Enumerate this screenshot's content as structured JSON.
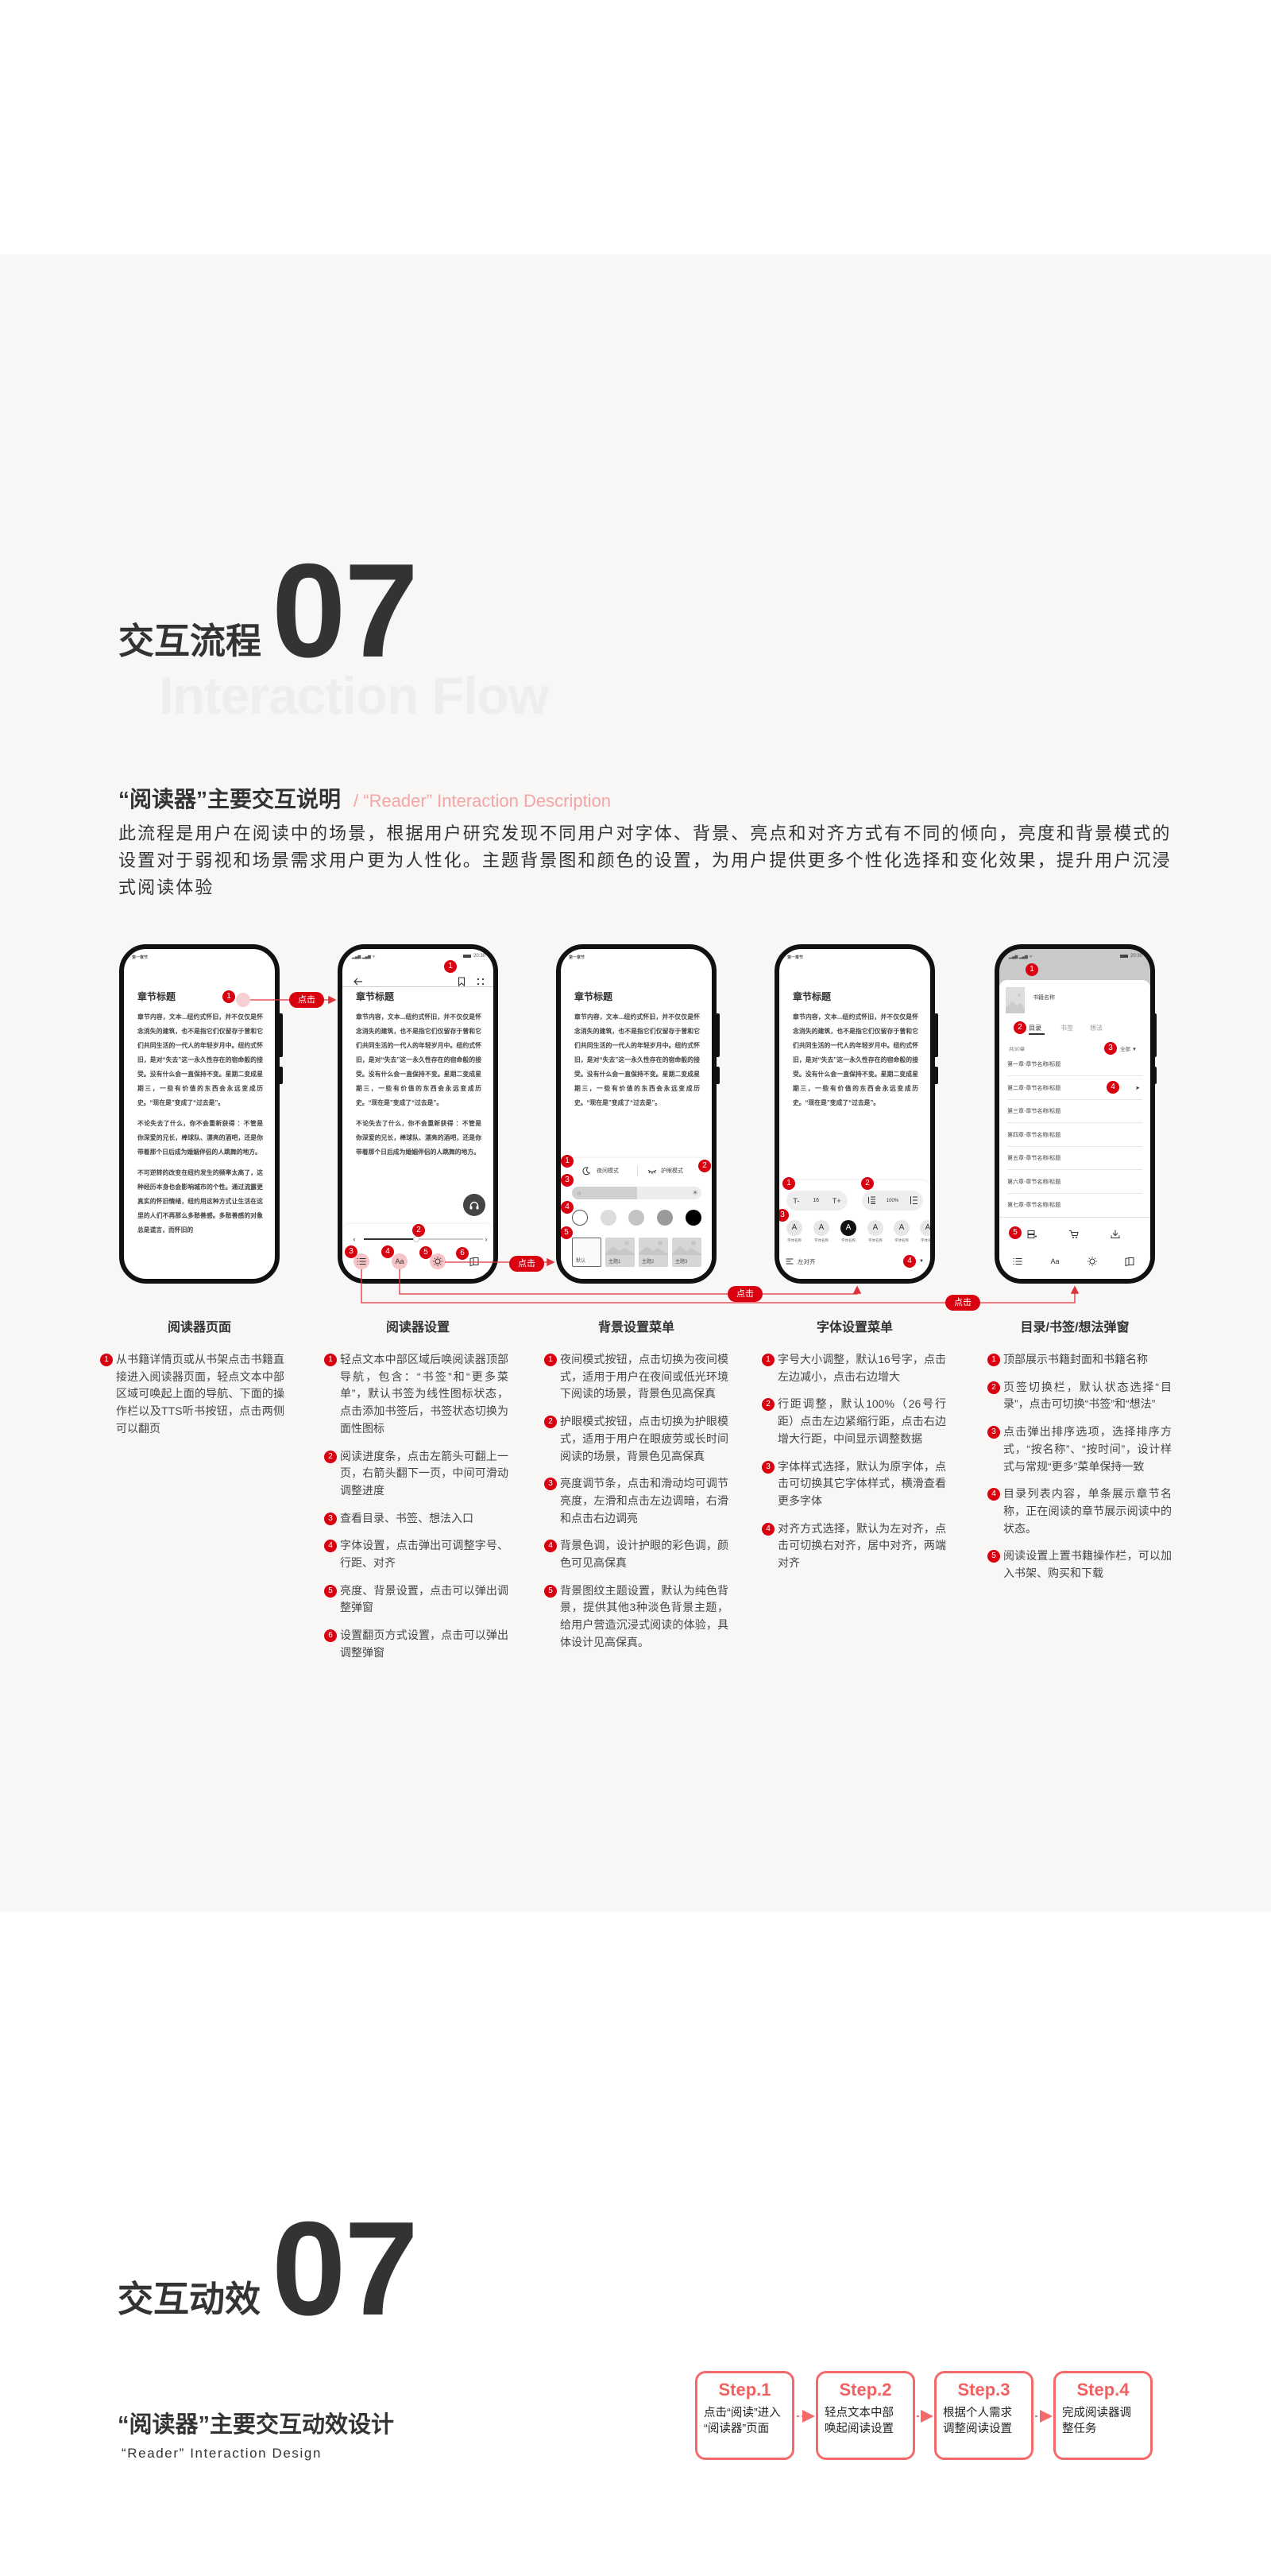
{
  "section1": {
    "title_cn": "交互流程",
    "number": "07",
    "title_en": "Interaction Flow"
  },
  "intro": {
    "heading": "“阅读器”主要交互说明",
    "subheading": "/ “Reader” Interaction Description",
    "paragraph": "此流程是用户在阅读中的场景，根据用户研究发现不同用户对字体、背景、亮点和对齐方式有不同的倾向，亮度和背景模式的设置对于弱视和场景需求用户更为人性化。主题背景图和颜色的设置，为用户提供更多个性化选择和变化效果，提升用户沉浸式阅读体验"
  },
  "badge_numbers": [
    "1",
    "2",
    "3",
    "4",
    "5",
    "6"
  ],
  "tap_label": "点击",
  "reader": {
    "status_chapter": "第一章节",
    "time": "20:30",
    "chapter_title": "章节标题",
    "paragraphs": [
      "章节内容，文本...纽约式怀旧，并不仅仅是怀念消失的建筑，也不是指它们仅留存于曾和它们共同生活的一代人的年轻岁月中。纽约式怀旧，是对“失去”这一永久性存在的宿命般的接受。没有什么会一直保持不变。星期二变成星期三，一些有价值的东西会永远变成历史。“现在是”变成了“过去是”。",
      "不论失去了什么，你不会重新获得 ：不管是你深爱的兄长，棒球队、漂亮的酒吧，还是你带着那个日后成为婚姻伴侣的人跳舞的地方。",
      "不可逆转的改变在纽约发生的频率太高了，这种经历本身也会影响城市的个性。通过流露更真实的怀旧情绪，纽约用这种方式让生活在这里的人们不再那么多愁善感。多愁善感的对象总是谎言，而怀旧的"
    ],
    "progress": 0.44
  },
  "bg_menu": {
    "night": "夜间模式",
    "eye": "护眼模式",
    "brightness": 0.5,
    "colors": [
      "#ffffff",
      "#dcdcdc",
      "#c4c4c4",
      "#9a9a9a",
      "#000000"
    ],
    "themes": [
      "默认",
      "主题1",
      "主题2",
      "主题3"
    ]
  },
  "font_menu": {
    "minus": "T-",
    "size": "16",
    "plus": "T+",
    "spacing": "100%",
    "font_names": [
      "字体名称",
      "字体名称",
      "字体名称",
      "字体名称",
      "字体名称",
      "字体名称"
    ],
    "font_glyph": "A",
    "align": "左对齐"
  },
  "toc": {
    "book_name": "书籍名称",
    "tabs": [
      "目录",
      "书签",
      "想法"
    ],
    "count": "共30章",
    "sort": "全部",
    "chapters": [
      "第一章-章节名称/标题",
      "第二章-章节名称/标题",
      "第三章-章节名称/标题",
      "第四章-章节名称/标题",
      "第五章-章节名称/标题",
      "第六章-章节名称/标题",
      "第七章-章节名称/标题"
    ],
    "aa": "Aa"
  },
  "columns": [
    {
      "title": "阅读器页面",
      "items": [
        "从书籍详情页或从书架点击书籍直接进入阅读器页面，轻点文本中部区域可唤起上面的导航、下面的操作栏以及TTS听书按钮，点击两侧可以翻页"
      ]
    },
    {
      "title": "阅读器设置",
      "items": [
        "轻点文本中部区域后唤阅读器顶部导航，包含：“书签”和“更多菜单”，默认书签为线性图标状态，点击添加书签后，书签状态切换为面性图标",
        "阅读进度条，点击左箭头可翻上一页，右箭头翻下一页，中间可滑动调整进度",
        "查看目录、书签、想法入口",
        "字体设置，点击弹出可调整字号、行距、对齐",
        "亮度、背景设置，点击可以弹出调整弹窗",
        "设置翻页方式设置，点击可以弹出调整弹窗"
      ]
    },
    {
      "title": "背景设置菜单",
      "items": [
        "夜间模式按钮，点击切换为夜间模式，适用于用户在夜间或低光环境下阅读的场景，背景色见高保真",
        "护眼模式按钮，点击切换为护眼模式，适用于用户在眼疲劳或长时间阅读的场景，背景色见高保真",
        "亮度调节条，点击和滑动均可调节亮度，左滑和点击左边调暗，右滑和点击右边调亮",
        "背景色调，设计护眼的彩色调，颜色可见高保真",
        "背景图纹主题设置，默认为纯色背景，提供其他3种淡色背景主题，给用户营造沉浸式阅读的体验，具体设计见高保真。"
      ]
    },
    {
      "title": "字体设置菜单",
      "items": [
        "字号大小调整，默认16号字，点击左边减小，点击右边增大",
        "行距调整，默认100%（26号行距）点击左边紧缩行距，点击右边增大行距，中间显示调整数据",
        "字体样式选择，默认为原字体，点击可切换其它字体样式，横滑查看更多字体",
        "对齐方式选择，默认为左对齐，点击可切换右对齐，居中对齐，两端对齐"
      ]
    },
    {
      "title": "目录/书签/想法弹窗",
      "items": [
        "顶部展示书籍封面和书籍名称",
        "页签切换栏，默认状态选择“目录”，点击可切换“书签”和“想法”",
        "点击弹出排序选项，选择排序方式，“按名称”、“按时间”，设计样式与常规“更多”菜单保持一致",
        "目录列表内容，单条展示章节名称，正在阅读的章节展示阅读中的状态。",
        "阅读设置上置书籍操作栏，可以加入书架、购买和下载"
      ]
    }
  ],
  "section2": {
    "title_cn": "交互动效",
    "number": "07",
    "subtitle": "“阅读器”主要交互动效设计",
    "subtitle_en": "“Reader” Interaction Design"
  },
  "steps": [
    {
      "label": "Step.1",
      "text": "点击“阅读”进入\n“阅读器”页面"
    },
    {
      "label": "Step.2",
      "text": "轻点文本中部\n唤起阅读设置"
    },
    {
      "label": "Step.3",
      "text": "根据个人需求\n调整阅读设置"
    },
    {
      "label": "Step.4",
      "text": "完成阅读器调\n整任务"
    }
  ],
  "colors": {
    "accent": "#d9000f",
    "step_border": "#f46a6a",
    "band": "#f8f7f5"
  }
}
